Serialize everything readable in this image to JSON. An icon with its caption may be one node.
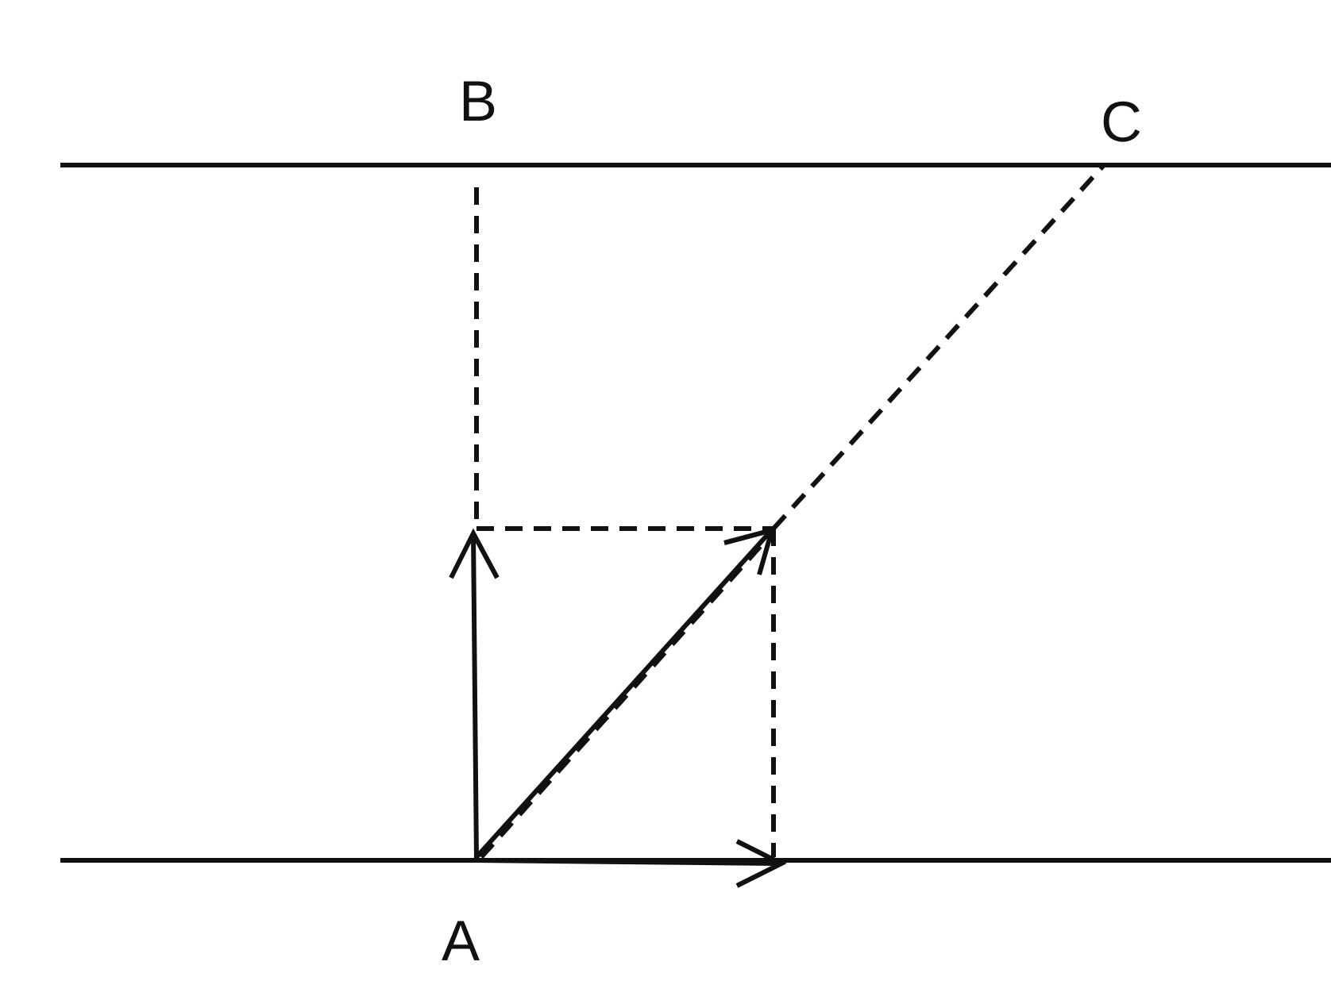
{
  "diagram": {
    "labels": [
      "B",
      "C",
      "A"
    ]
  }
}
